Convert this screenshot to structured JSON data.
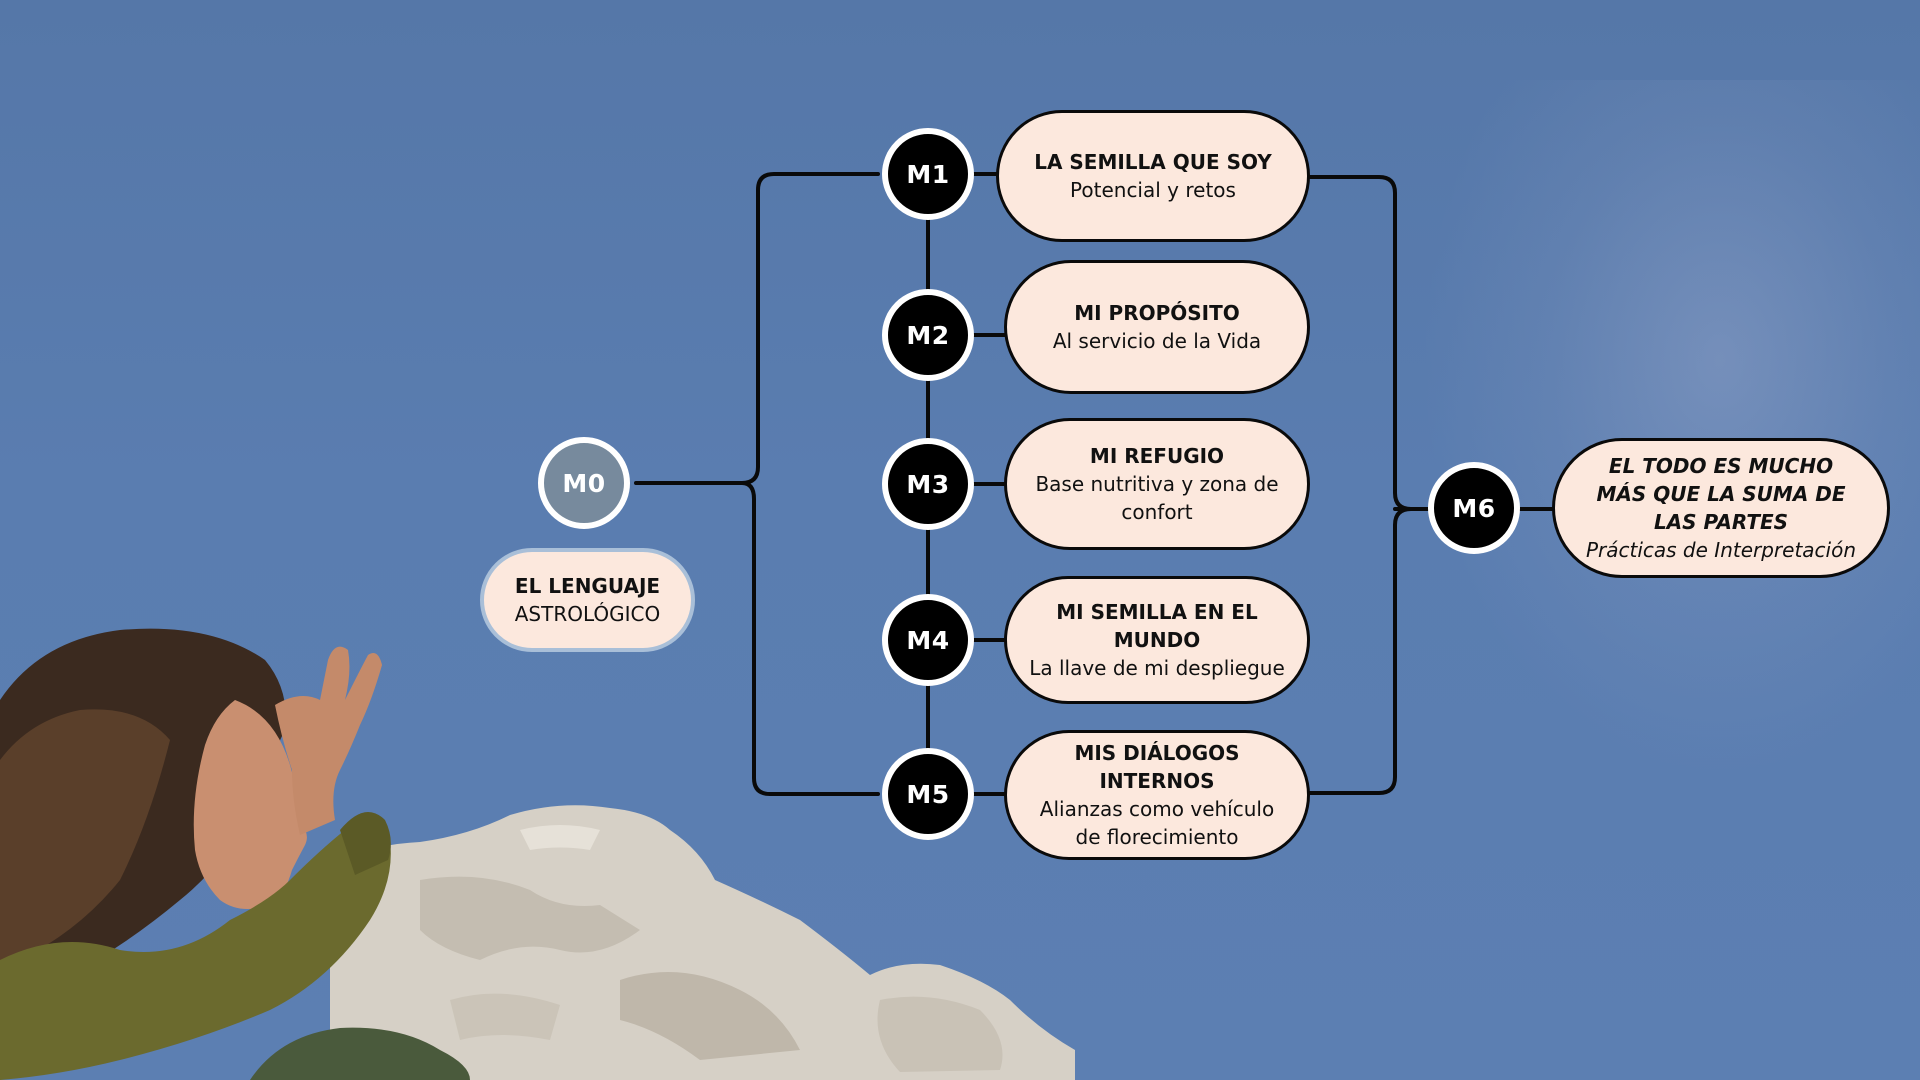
{
  "modules": [
    {
      "code": "M0",
      "title": "EL LENGUAJE",
      "subtitle": "ASTROLÓGICO"
    },
    {
      "code": "M1",
      "title": "LA SEMILLA QUE SOY",
      "subtitle": "Potencial y retos"
    },
    {
      "code": "M2",
      "title": "MI PROPÓSITO",
      "subtitle": "Al servicio de la Vida"
    },
    {
      "code": "M3",
      "title": "MI REFUGIO",
      "subtitle": "Base nutritiva y zona de confort"
    },
    {
      "code": "M4",
      "title": "MI SEMILLA EN EL MUNDO",
      "subtitle": "La llave de mi despliegue"
    },
    {
      "code": "M5",
      "title": "MIS DIÁLOGOS INTERNOS",
      "subtitle": "Alianzas como vehículo de florecimiento"
    },
    {
      "code": "M6",
      "title": "EL TODO ES MUCHO MÁS QUE LA SUMA DE LAS PARTES",
      "subtitle": "Prácticas de Interpretación"
    }
  ],
  "colors": {
    "sky": "#5a7db0",
    "node_fill": "#000000",
    "node_m0_fill": "#778a9d",
    "node_ring": "#ffffff",
    "card_fill": "#fce8dd",
    "card_border": "#0a0a0a",
    "connector": "#0a0a0a"
  },
  "icons": {
    "photo": "woman-shading-eyes-on-rock-photo"
  }
}
